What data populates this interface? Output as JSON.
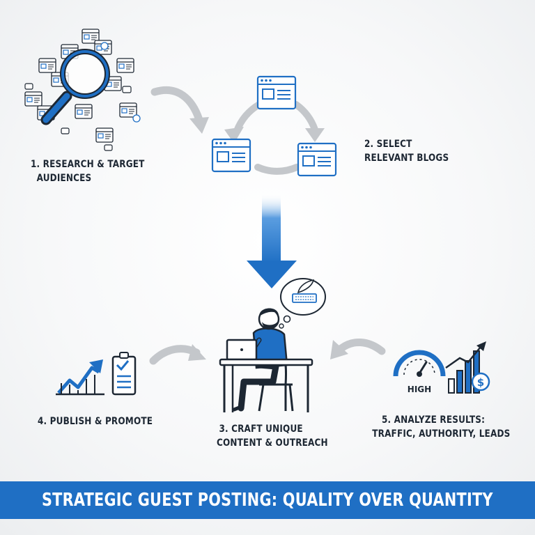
{
  "steps": [
    {
      "id": "research",
      "lines": [
        "1. RESEARCH & TARGET",
        "AUDIENCES"
      ]
    },
    {
      "id": "select",
      "lines": [
        "2. SELECT",
        "RELEVANT BLOGS"
      ]
    },
    {
      "id": "craft",
      "lines": [
        "3. CRAFT UNIQUE",
        "CONTENT & OUTREACH"
      ]
    },
    {
      "id": "publish",
      "lines": [
        "4. PUBLISH & PROMOTE"
      ]
    },
    {
      "id": "analyze",
      "lines": [
        "5. ANALYZE RESULTS:",
        "TRAFFIC, AUTHORITY, LEADS"
      ]
    }
  ],
  "gauge": {
    "label": "HIGH"
  },
  "dollar": {
    "symbol": "$"
  },
  "banner": {
    "title": "STRATEGIC GUEST POSTING: QUALITY OVER QUANTITY"
  },
  "colors": {
    "primary_blue": "#1f6fc4",
    "light_blue": "#5a9de0",
    "arrow_gray": "#c4c7cb",
    "ink": "#1d2733",
    "banner_bg": "#1f6fc4"
  },
  "icons": [
    "magnifier-icon",
    "browser-window-icon",
    "down-arrow-icon",
    "thought-bubble-icon",
    "laptop-icon",
    "person-icon",
    "trend-chart-icon",
    "checklist-icon",
    "speedometer-icon",
    "dollar-icon"
  ]
}
